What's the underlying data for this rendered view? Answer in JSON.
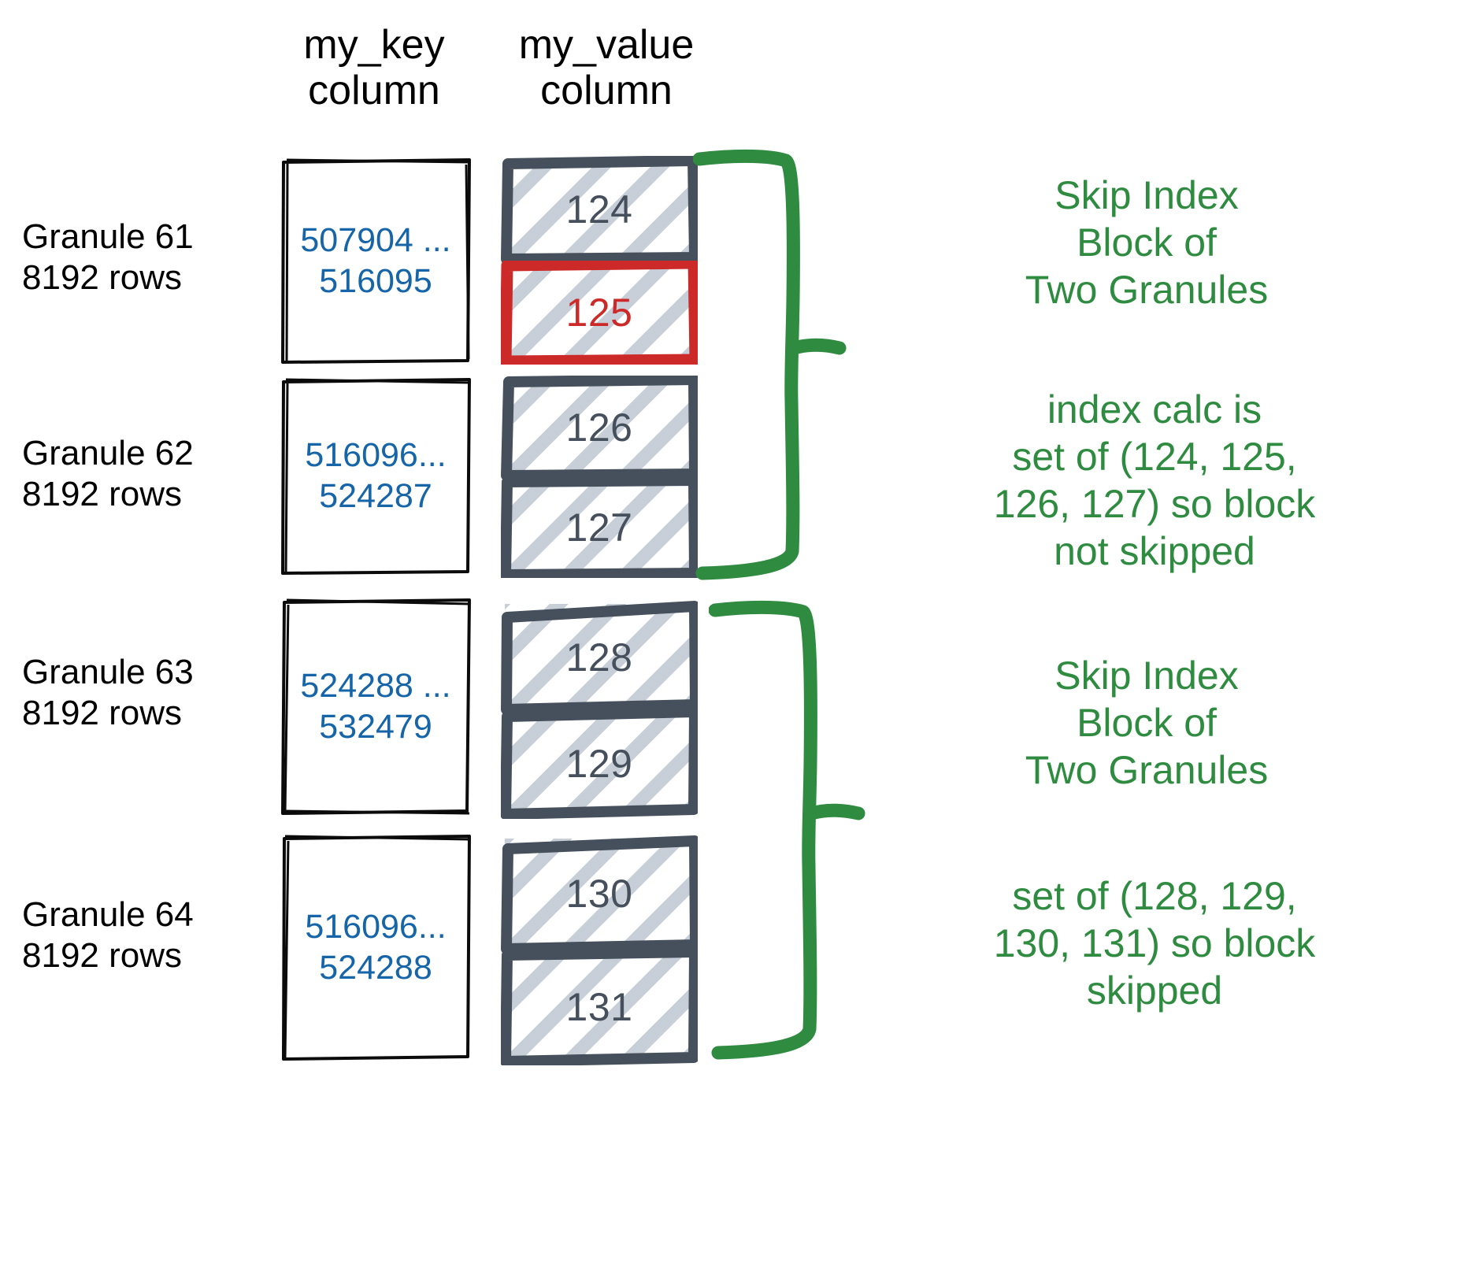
{
  "diagram": {
    "title": "ClickHouse skip index granule diagram",
    "colors": {
      "key_value_text": "#1565A8",
      "value_text": "#46505C",
      "highlight_red": "#CC2A28",
      "annotation_green": "#2E8B40",
      "box_border": "#000000",
      "value_box_border": "#46505C",
      "hatch": "#C4CCD6"
    }
  },
  "columns": [
    {
      "id": "my_key",
      "header": "my_key\ncolumn"
    },
    {
      "id": "my_value",
      "header": "my_value\ncolumn"
    }
  ],
  "granules": [
    {
      "label": "Granule 61\n8192 rows",
      "name": "Granule 61",
      "rows": "8192 rows",
      "key_range": "507904 ...\n516095",
      "key_min": "507904",
      "key_max": "516095",
      "values": [
        {
          "text": "124",
          "highlighted": false
        },
        {
          "text": "125",
          "highlighted": true
        }
      ]
    },
    {
      "label": "Granule 62\n8192 rows",
      "name": "Granule 62",
      "rows": "8192 rows",
      "key_range": "516096...\n524287",
      "key_min": "516096",
      "key_max": "524287",
      "values": [
        {
          "text": "126",
          "highlighted": false
        },
        {
          "text": "127",
          "highlighted": false
        }
      ]
    },
    {
      "label": "Granule 63\n8192 rows",
      "name": "Granule 63",
      "rows": "8192 rows",
      "key_range": "524288 ...\n532479",
      "key_min": "524288",
      "key_max": "532479",
      "values": [
        {
          "text": "128",
          "highlighted": false
        },
        {
          "text": "129",
          "highlighted": false
        }
      ]
    },
    {
      "label": "Granule 64\n8192 rows",
      "name": "Granule 64",
      "rows": "8192 rows",
      "key_range": "516096...\n524288",
      "key_min": "516096",
      "key_max": "524288",
      "values": [
        {
          "text": "130",
          "highlighted": false
        },
        {
          "text": "131",
          "highlighted": false
        }
      ]
    }
  ],
  "annotations": [
    {
      "id": "block-1-title",
      "text": "Skip Index\nBlock of\nTwo Granules"
    },
    {
      "id": "block-1-detail",
      "text": "index calc is\nset of (124, 125,\n126, 127) so block\nnot skipped"
    },
    {
      "id": "block-2-title",
      "text": "Skip Index\nBlock of\nTwo Granules"
    },
    {
      "id": "block-2-detail",
      "text": "set of (128, 129,\n130, 131) so block\nskipped"
    }
  ]
}
